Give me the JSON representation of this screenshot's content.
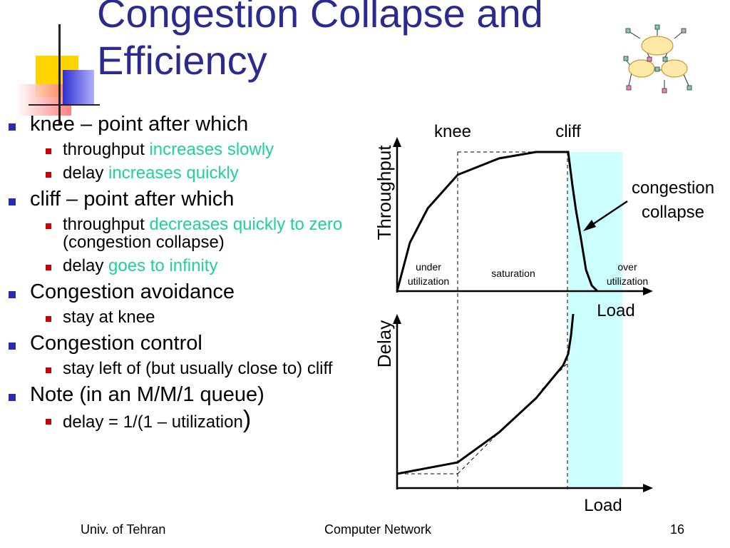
{
  "slide": {
    "title_line1": "Congestion Collapse and",
    "title_line2": "Efficiency"
  },
  "bullets": [
    {
      "text": "knee – point after which"
    },
    {
      "sub": [
        {
          "pre": "throughput ",
          "hl": "increases slowly",
          "post": ""
        },
        {
          "pre": "delay ",
          "hl": "increases quickly",
          "post": ""
        }
      ]
    },
    {
      "text": "cliff – point after which"
    },
    {
      "sub": [
        {
          "pre": "throughput ",
          "hl": "decreases quickly to zero",
          "post": " (congestion collapse)"
        },
        {
          "pre": "delay ",
          "hl": "goes to infinity",
          "post": ""
        }
      ]
    },
    {
      "text": "Congestion avoidance"
    },
    {
      "sub": [
        {
          "pre": "stay at knee",
          "hl": "",
          "post": ""
        }
      ]
    },
    {
      "text": "Congestion control"
    },
    {
      "sub": [
        {
          "pre": "stay left of (but usually close to) cliff",
          "hl": "",
          "post": ""
        }
      ]
    },
    {
      "text": "Note (in an M/M/1 queue)"
    },
    {
      "sub": [
        {
          "pre": "delay = 1/(1 – utilization",
          "hl": "",
          "post": "",
          "paren": ")"
        }
      ]
    }
  ],
  "diagram": {
    "label_knee": "knee",
    "label_cliff": "cliff",
    "label_throughput": "Throughput",
    "label_delay": "Delay",
    "label_load_top": "Load",
    "label_load_bottom": "Load",
    "label_congestion": "congestion",
    "label_collapse": "collapse",
    "region_under_1": "under",
    "region_under_2": "utilization",
    "region_saturation": "saturation",
    "region_over_1": "over",
    "region_over_2": "utilization",
    "overload_color": "#ccffff"
  },
  "footer": {
    "left": "Univ. of Tehran",
    "center": "Computer Network",
    "page": "16"
  },
  "colors": {
    "title": "#2b2b8f",
    "highlight": "#1fd19a",
    "bullet_main": "#2b2bb0",
    "bullet_sub": "#cc0000"
  }
}
